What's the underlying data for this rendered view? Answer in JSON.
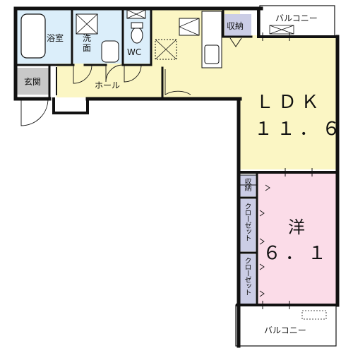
{
  "plan": {
    "rooms": {
      "bath": "浴室",
      "washroom": "洗\n面",
      "wc": "WC",
      "storage_top": "収納",
      "entrance": "玄関",
      "hall": "ホール",
      "ldk_name": "ＬＤＫ",
      "ldk_size": "１１．６",
      "western_name": "洋",
      "western_size": "６．１",
      "storage_side": "収納",
      "closet_1": "クローゼット",
      "closet_2": "クローゼット",
      "balcony_top": "バルコニー",
      "balcony_bottom": "バルコニー"
    },
    "colors": {
      "wall": "#111111",
      "wet_area": "#dbeefa",
      "living": "#fbf6c4",
      "western": "#fbdce8",
      "storage": "#cbcde6",
      "entrance": "#c8c8c8",
      "balcony": "#ffffff"
    }
  }
}
